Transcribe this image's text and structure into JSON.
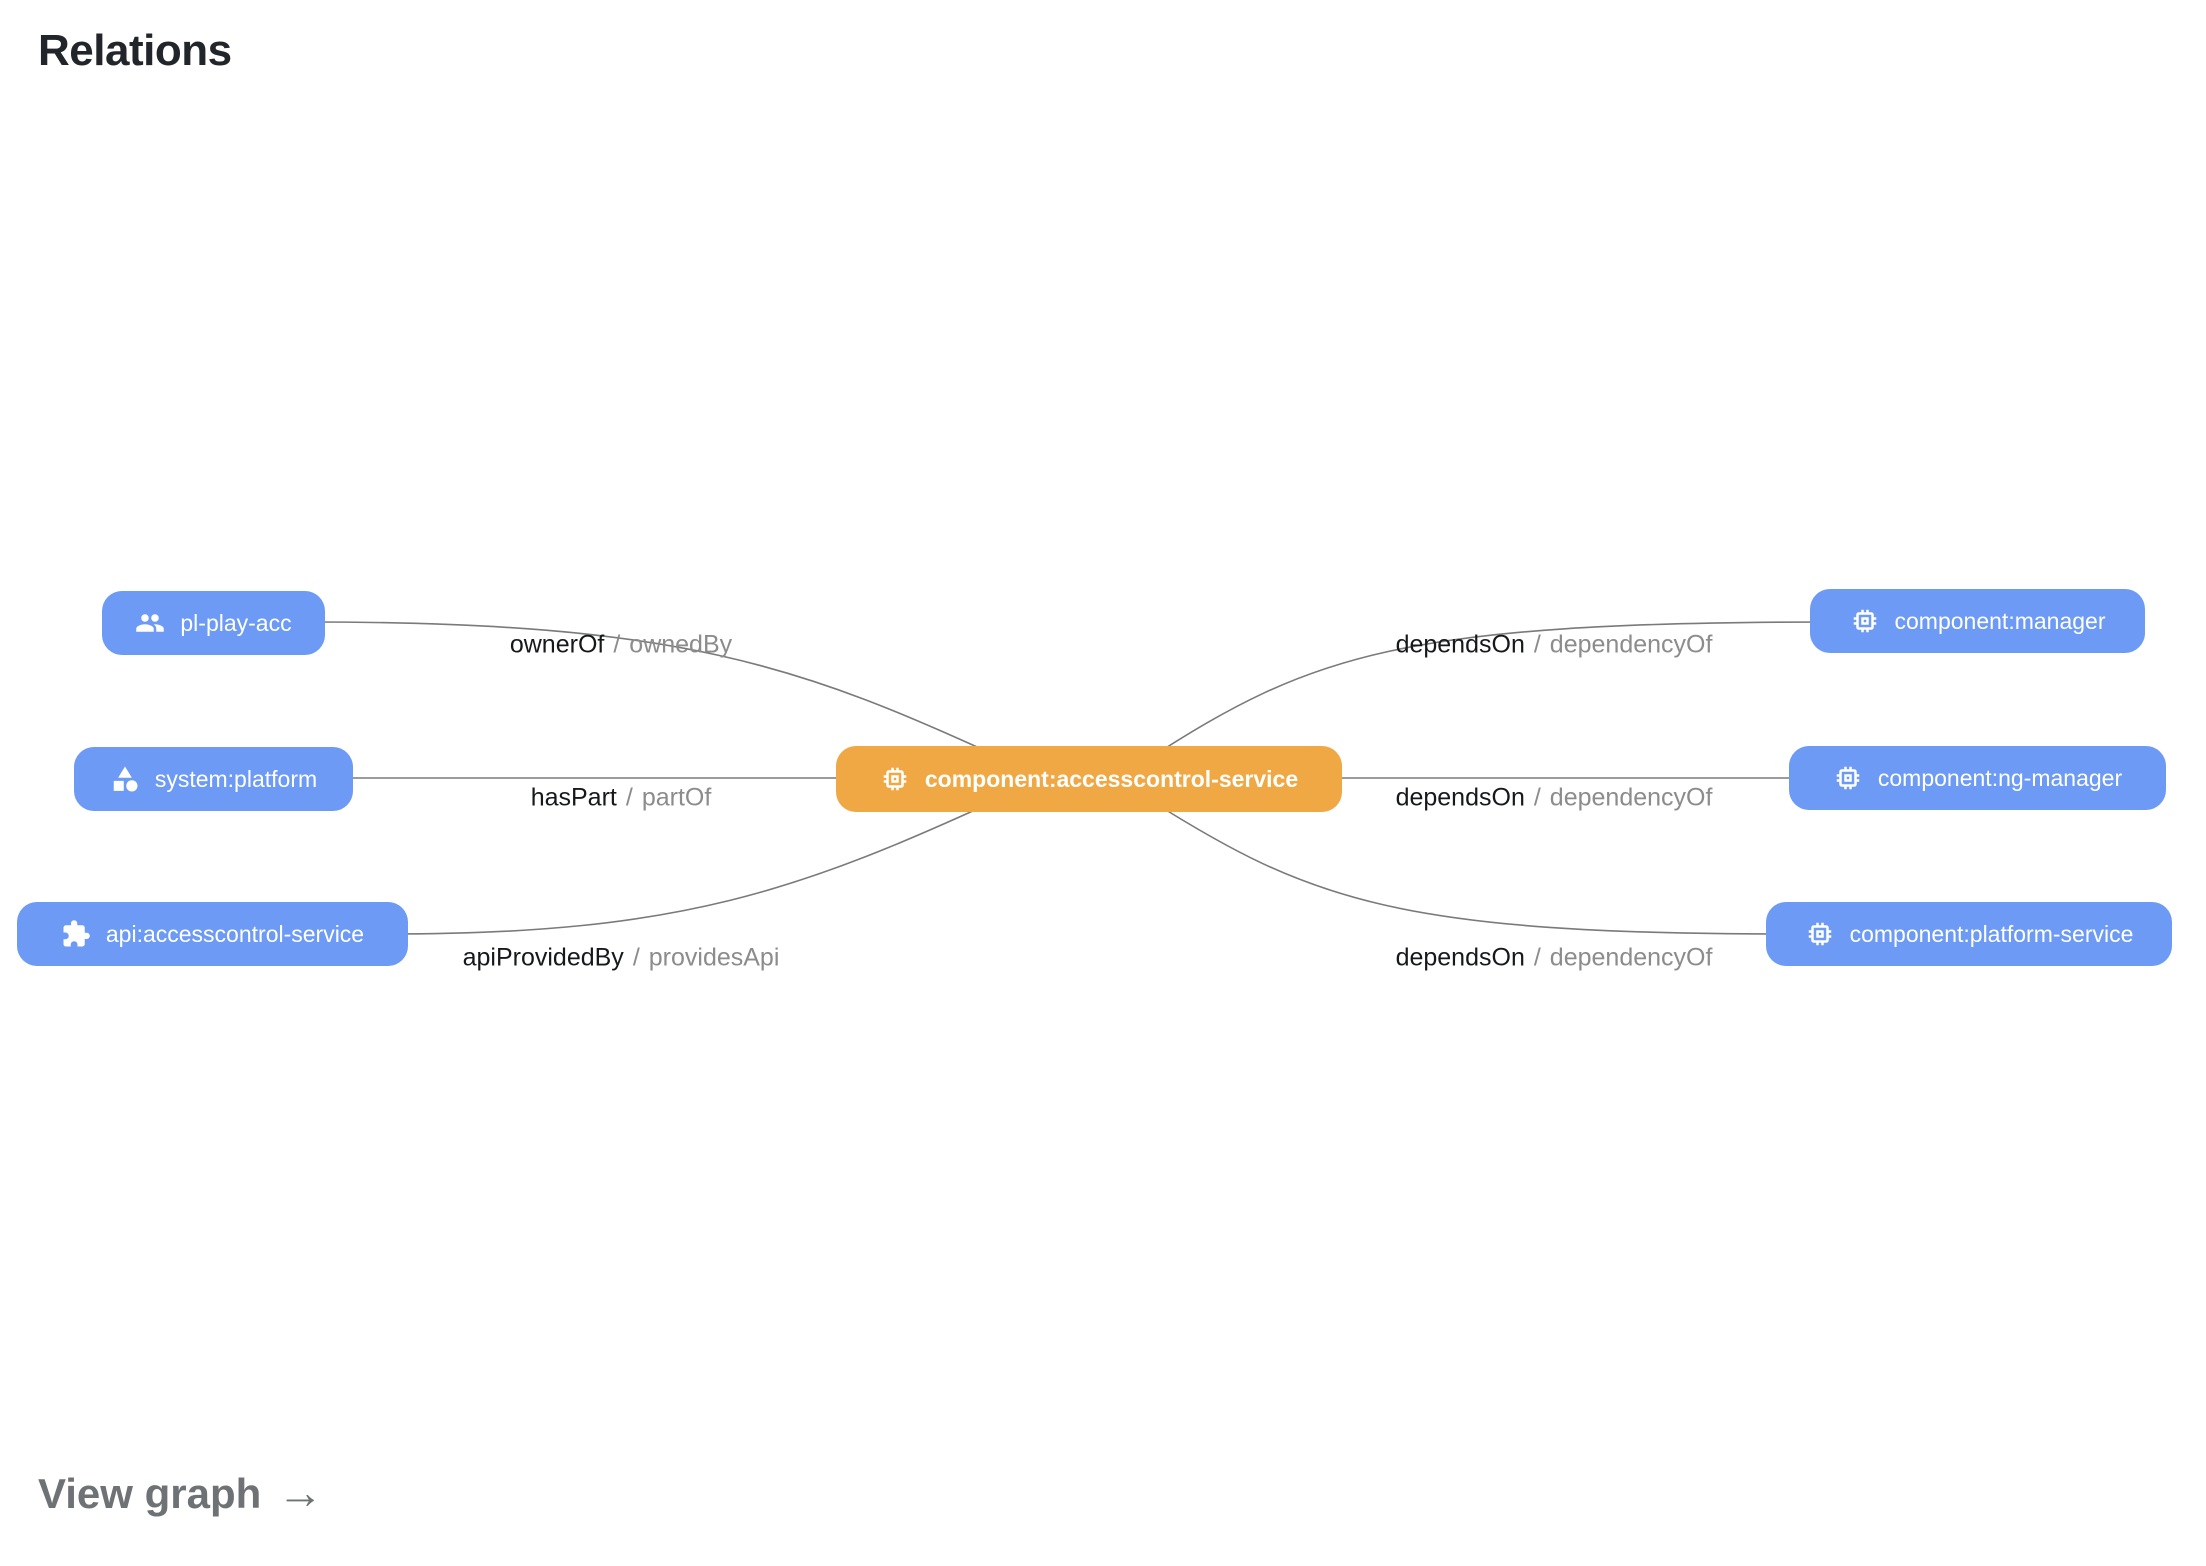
{
  "header": {
    "title": "Relations"
  },
  "footer": {
    "view_graph_label": "View graph",
    "arrow_glyph": "→"
  },
  "colors": {
    "node_blue": "#6c9af5",
    "node_orange": "#f0a845",
    "edge_stroke": "#7a7a7a",
    "label_forward": "#16181b",
    "label_reverse": "#8c8c8c",
    "title_text": "#22262b",
    "view_graph_text": "#6e7275"
  },
  "graph": {
    "separator": "/",
    "nodes": {
      "pl_play_acc": {
        "label": "pl-play-acc",
        "icon": "people-icon"
      },
      "system_platform": {
        "label": "system:platform",
        "icon": "category-icon"
      },
      "api_accesscontrol_service": {
        "label": "api:accesscontrol-service",
        "icon": "puzzle-icon"
      },
      "component_accesscontrol_service": {
        "label": "component:accesscontrol-service",
        "icon": "memory-chip-icon"
      },
      "component_manager": {
        "label": "component:manager",
        "icon": "memory-chip-icon"
      },
      "component_ng_manager": {
        "label": "component:ng-manager",
        "icon": "memory-chip-icon"
      },
      "component_platform_service": {
        "label": "component:platform-service",
        "icon": "memory-chip-icon"
      }
    },
    "edge_labels": [
      {
        "forward": "ownerOf",
        "reverse": "ownedBy"
      },
      {
        "forward": "hasPart",
        "reverse": "partOf"
      },
      {
        "forward": "apiProvidedBy",
        "reverse": "providesApi"
      },
      {
        "forward": "dependsOn",
        "reverse": "dependencyOf"
      },
      {
        "forward": "dependsOn",
        "reverse": "dependencyOf"
      },
      {
        "forward": "dependsOn",
        "reverse": "dependencyOf"
      }
    ]
  }
}
